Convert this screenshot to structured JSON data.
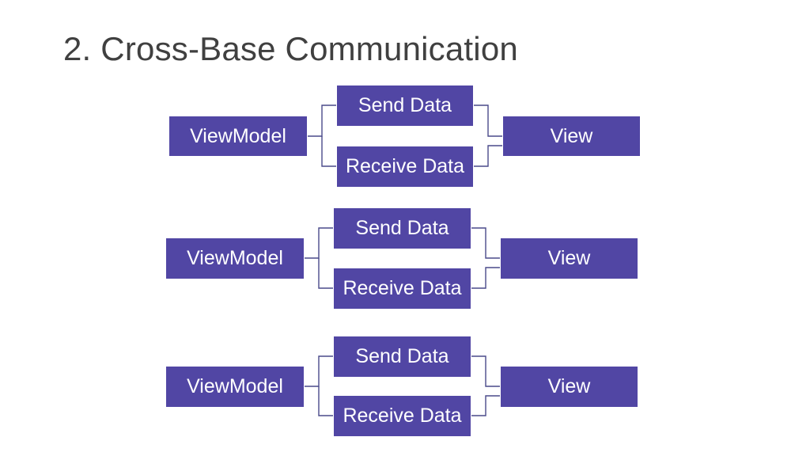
{
  "slide": {
    "title": "2. Cross-Base Communication"
  },
  "colors": {
    "box_fill": "#5146A4",
    "connector": "#4A4A8A",
    "title": "#404040"
  },
  "diagrams": [
    {
      "source": "ViewModel",
      "send": "Send Data",
      "receive": "Receive Data",
      "target": "View"
    },
    {
      "source": "ViewModel",
      "send": "Send Data",
      "receive": "Receive Data",
      "target": "View"
    },
    {
      "source": "ViewModel",
      "send": "Send Data",
      "receive": "Receive Data",
      "target": "View"
    }
  ]
}
